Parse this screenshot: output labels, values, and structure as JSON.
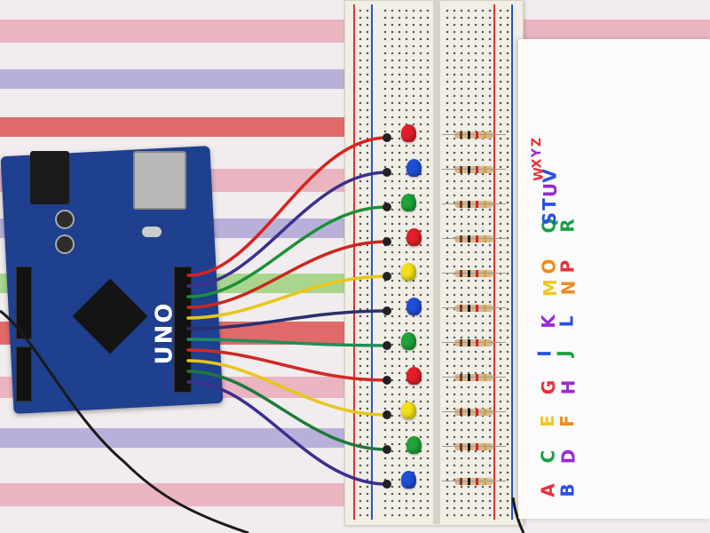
{
  "scene": {
    "stripe_colors": {
      "pink": "#eab4c1",
      "lavender": "#b9b0da",
      "white": "#f1ecee",
      "red": "#e06a6a",
      "green": "#a9d68c"
    }
  },
  "arduino": {
    "label": "UNO",
    "board_color": "#1f3f8f"
  },
  "leds": [
    {
      "color": "#e21f2a"
    },
    {
      "color": "#1f4fd6"
    },
    {
      "color": "#1fa33a"
    },
    {
      "color": "#e21f2a"
    },
    {
      "color": "#f4e019"
    },
    {
      "color": "#1f4fd6"
    },
    {
      "color": "#1fa33a"
    },
    {
      "color": "#e21f2a"
    },
    {
      "color": "#f4e019"
    },
    {
      "color": "#1fa33a"
    },
    {
      "color": "#1f4fd6"
    }
  ],
  "wires": [
    {
      "color": "#d8221f"
    },
    {
      "color": "#3b2f8f"
    },
    {
      "color": "#1e8f3a"
    },
    {
      "color": "#c8281f"
    },
    {
      "color": "#e7c61d"
    },
    {
      "color": "#2a2f6f"
    },
    {
      "color": "#1e8f5a"
    },
    {
      "color": "#d02a25"
    },
    {
      "color": "#e7c61d"
    },
    {
      "color": "#1e7a3a"
    },
    {
      "color": "#3b2f8f"
    }
  ],
  "letter_groups": [
    [
      {
        "ch": "A",
        "color": "#e8303a"
      },
      {
        "ch": "B",
        "color": "#2a4fe0"
      }
    ],
    [
      {
        "ch": "C",
        "color": "#18a048"
      },
      {
        "ch": "D",
        "color": "#9a2ad0"
      }
    ],
    [
      {
        "ch": "E",
        "color": "#f1c822"
      },
      {
        "ch": "F",
        "color": "#f08a1c"
      }
    ],
    [
      {
        "ch": "G",
        "color": "#e8303a"
      },
      {
        "ch": "H",
        "color": "#9a2ad0"
      }
    ],
    [
      {
        "ch": "I",
        "color": "#2a4fe0"
      },
      {
        "ch": "J",
        "color": "#18a048"
      }
    ],
    [
      {
        "ch": "K",
        "color": "#9a2ad0"
      },
      {
        "ch": "L",
        "color": "#2a4fe0"
      }
    ],
    [
      {
        "ch": "M",
        "color": "#f1c822"
      },
      {
        "ch": "N",
        "color": "#f08a1c"
      }
    ],
    [
      {
        "ch": "O",
        "color": "#f08a1c"
      },
      {
        "ch": "P",
        "color": "#e8303a"
      }
    ],
    [
      {
        "ch": "Q",
        "color": "#18a048"
      },
      {
        "ch": "R",
        "color": "#18a048"
      }
    ],
    [
      {
        "ch": "S",
        "color": "#2a4fe0"
      },
      {
        "ch": "T",
        "color": "#2a4fe0"
      }
    ],
    [
      {
        "ch": "U",
        "color": "#9a2ad0"
      },
      {
        "ch": "V",
        "color": "#2a4fe0"
      }
    ],
    [
      {
        "ch": "W",
        "color": "#e8303a"
      },
      {
        "ch": "X",
        "color": "#e8303a"
      }
    ],
    [
      {
        "ch": "Y",
        "color": "#9a2ad0"
      },
      {
        "ch": "Z",
        "color": "#e8303a"
      }
    ]
  ]
}
